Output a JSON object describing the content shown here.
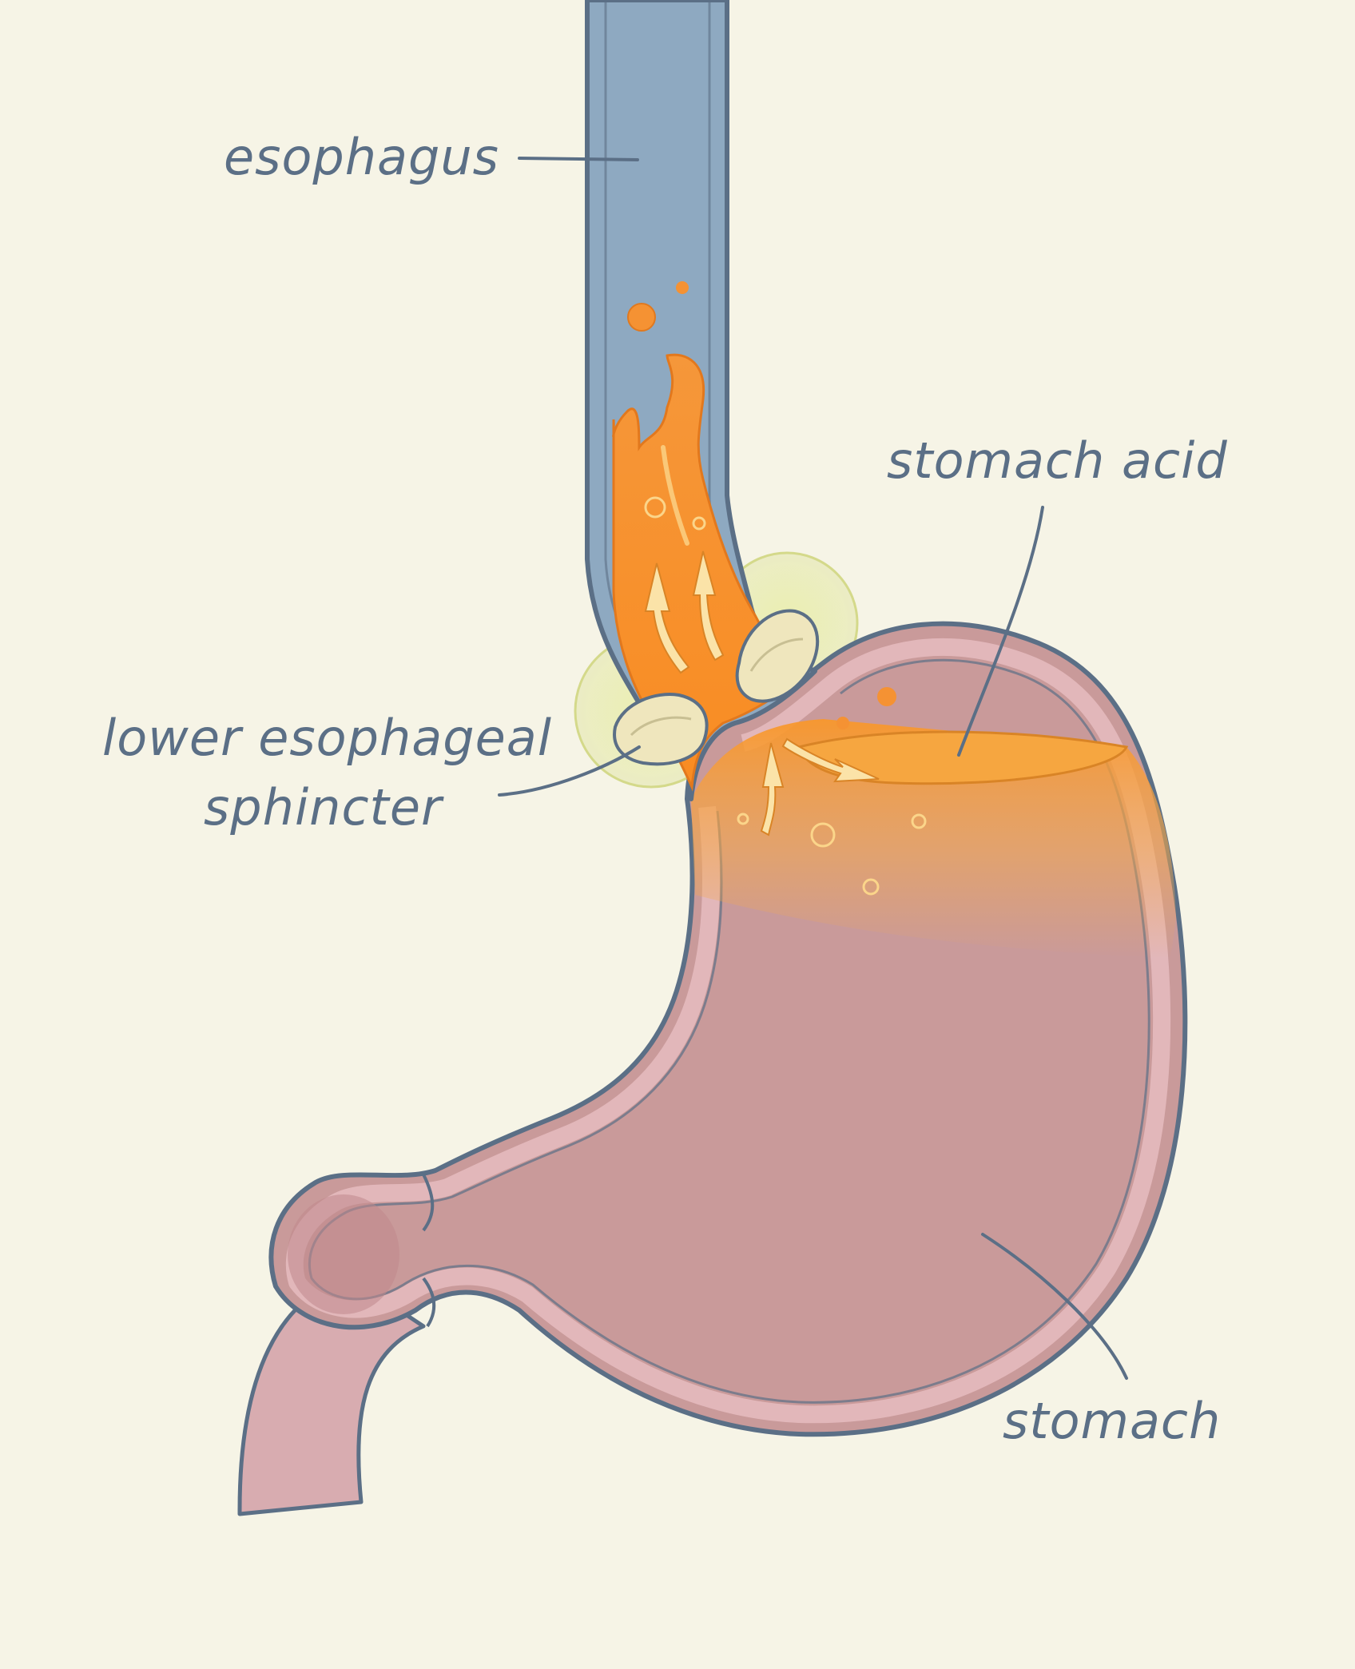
{
  "labels": {
    "esophagus": "esophagus",
    "stomach_acid": "stomach acid",
    "sphincter_line1": "lower esophageal",
    "sphincter_line2": "sphincter",
    "stomach": "stomach"
  },
  "colors": {
    "background": "#f6f4e6",
    "esophagus_fill": "#8ea9c1",
    "outline": "#5b6f86",
    "stomach_fill": "#c99a9a",
    "stomach_wall": "#ddb0b4",
    "acid": "#f7962e",
    "sphincter_muscle": "#efe6bd",
    "sphincter_glow": "#e3e8a4"
  }
}
